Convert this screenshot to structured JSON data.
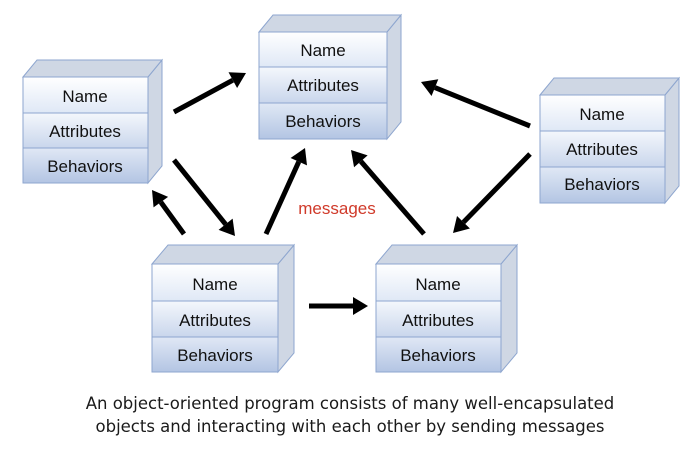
{
  "objects": [
    {
      "name": "Name",
      "attributes": "Attributes",
      "behaviors": "Behaviors"
    },
    {
      "name": "Name",
      "attributes": "Attributes",
      "behaviors": "Behaviors"
    },
    {
      "name": "Name",
      "attributes": "Attributes",
      "behaviors": "Behaviors"
    },
    {
      "name": "Name",
      "attributes": "Attributes",
      "behaviors": "Behaviors"
    },
    {
      "name": "Name",
      "attributes": "Attributes",
      "behaviors": "Behaviors"
    }
  ],
  "messages_label": "messages",
  "caption": {
    "line1": "An object-oriented program consists of many well-encapsulated",
    "line2": "objects and interacting with each other by sending messages"
  },
  "colors": {
    "name_row_top": "#ffffff",
    "name_row_bottom": "#dfe8f6",
    "attr_row_top": "#f4f7fc",
    "attr_row_bottom": "#c9d6ec",
    "beh_row_top": "#e0e8f5",
    "beh_row_bottom": "#b3c5e3",
    "side_face": "#cfd7e4",
    "border": "#8ea6cf",
    "arrow": "#000000",
    "messages_text": "#d03a2a"
  }
}
